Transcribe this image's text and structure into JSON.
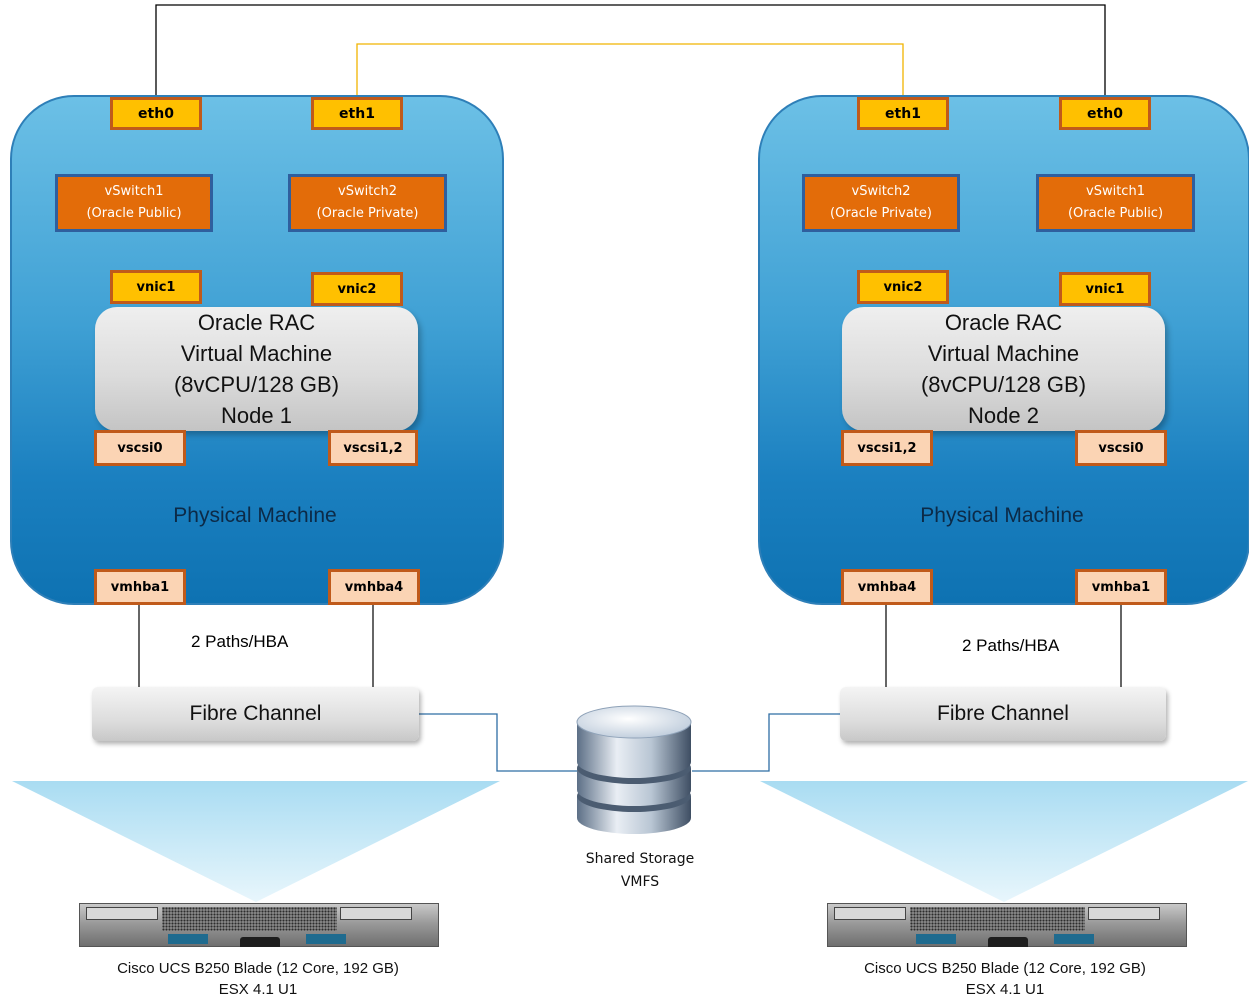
{
  "colors": {
    "machine_fill": "#3fa0d4",
    "interface_fill": "#ffc000",
    "vswitch_fill": "#e36c09",
    "hba_fill": "#fbd4b4",
    "public_link": "#000000",
    "private_link": "#f0b400",
    "storage_link": "#2e6da4"
  },
  "node1": {
    "eth0": "eth0",
    "eth1": "eth1",
    "vswitch1": {
      "line1": "vSwitch1",
      "line2": "(Oracle Public)"
    },
    "vswitch2": {
      "line1": "vSwitch2",
      "line2": "(Oracle Private)"
    },
    "vnic1": "vnic1",
    "vnic2": "vnic2",
    "vm": {
      "line1": "Oracle RAC",
      "line2": "Virtual Machine",
      "line3": "(8vCPU/128 GB)",
      "line4": "Node 1"
    },
    "vscsi_a": "vscsi0",
    "vscsi_b": "vscsi1,2",
    "machine_label": "Physical Machine",
    "hba_a": "vmhba1",
    "hba_b": "vmhba4",
    "paths_label": "2 Paths/HBA",
    "fibre_channel": "Fibre Channel",
    "blade_caption": {
      "line1": "Cisco  UCS B250 Blade (12 Core, 192 GB)",
      "line2": "ESX 4.1 U1"
    }
  },
  "node2": {
    "eth1": "eth1",
    "eth0": "eth0",
    "vswitch2": {
      "line1": "vSwitch2",
      "line2": "(Oracle Private)"
    },
    "vswitch1": {
      "line1": "vSwitch1",
      "line2": "(Oracle Public)"
    },
    "vnic2": "vnic2",
    "vnic1": "vnic1",
    "vm": {
      "line1": "Oracle RAC",
      "line2": "Virtual Machine",
      "line3": "(8vCPU/128 GB)",
      "line4": "Node 2"
    },
    "vscsi_a": "vscsi1,2",
    "vscsi_b": "vscsi0",
    "machine_label": "Physical Machine",
    "hba_a": "vmhba4",
    "hba_b": "vmhba1",
    "paths_label": "2 Paths/HBA",
    "fibre_channel": "Fibre Channel",
    "blade_caption": {
      "line1": "Cisco  UCS B250 Blade (12 Core, 192 GB)",
      "line2": "ESX 4.1 U1"
    }
  },
  "shared_storage": {
    "line1": "Shared Storage",
    "line2": "VMFS",
    "icon": "database-icon"
  }
}
